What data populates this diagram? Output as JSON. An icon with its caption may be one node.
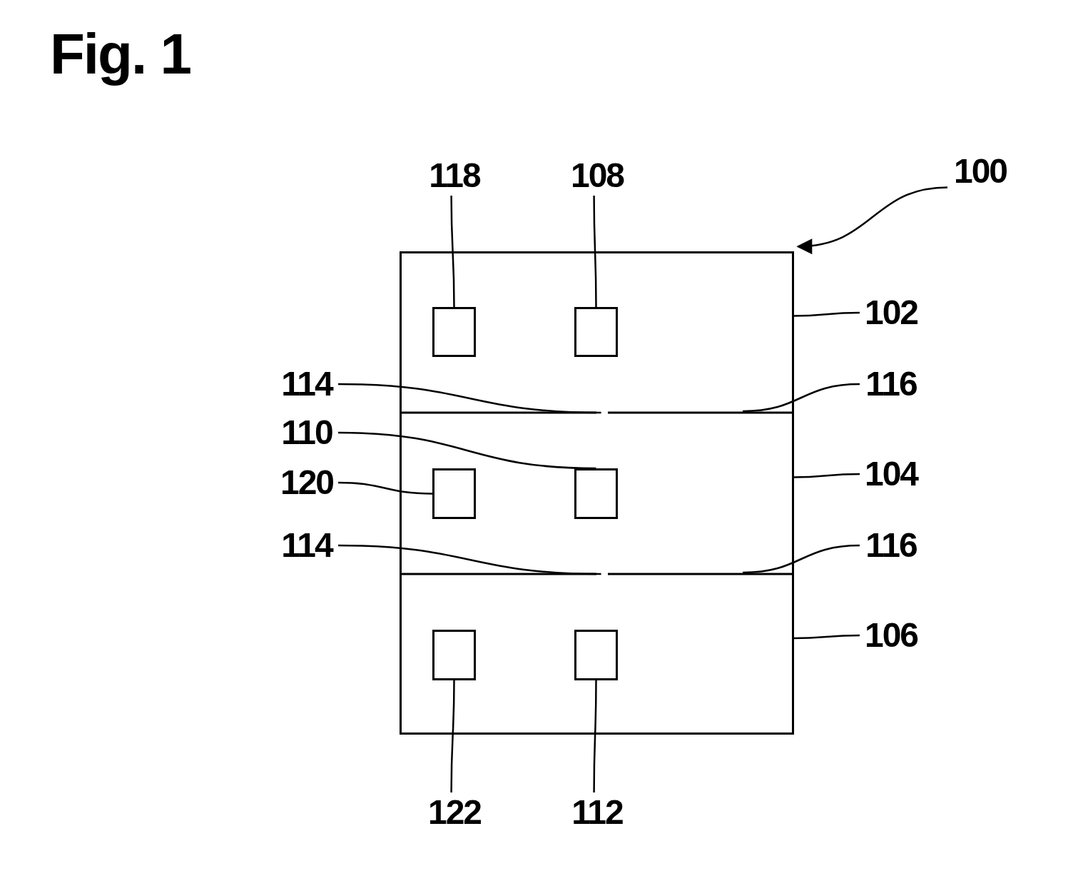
{
  "diagram": {
    "title": "Fig. 1",
    "nodes": [
      {
        "text": [
          "100"
        ]
      },
      {
        "text": [],
        "shape": "box"
      },
      {
        "text": [],
        "shape": "box",
        "in": 1
      },
      {
        "text": [],
        "shape": "box",
        "in": 2
      },
      {
        "text": [],
        "shape": "box",
        "in": 2
      },
      {
        "text": [],
        "shape": "line",
        "in": 1
      },
      {
        "text": [],
        "shape": "box",
        "in": 1
      },
      {
        "text": [],
        "shape": "box",
        "in": 6
      },
      {
        "text": [],
        "shape": "box",
        "in": 6
      },
      {
        "text": [],
        "shape": "line",
        "in": 1
      },
      {
        "text": [],
        "shape": "box",
        "in": 1
      },
      {
        "text": [],
        "shape": "box",
        "in": 10
      },
      {
        "text": [],
        "shape": "box",
        "in": 10
      },
      {
        "text": [
          "118"
        ]
      },
      {
        "text": [
          "108"
        ]
      },
      {
        "text": [
          "102"
        ]
      },
      {
        "text": [
          "114"
        ]
      },
      {
        "text": [
          "116"
        ]
      },
      {
        "text": [
          "110"
        ]
      },
      {
        "text": [
          "120"
        ]
      },
      {
        "text": [
          "104"
        ]
      },
      {
        "text": [
          "114"
        ]
      },
      {
        "text": [
          "116"
        ]
      },
      {
        "text": [
          "106"
        ]
      },
      {
        "text": [
          "122"
        ]
      },
      {
        "text": [
          "112"
        ]
      }
    ],
    "edges": [
      {
        "from": 0,
        "to": 1,
        "arrow": "to"
      },
      {
        "from": 13,
        "to": 3,
        "arrow": "none"
      },
      {
        "from": 14,
        "to": 4,
        "arrow": "none"
      },
      {
        "from": 15,
        "to": 2,
        "arrow": "none"
      },
      {
        "from": 16,
        "to": 5,
        "arrow": "none"
      },
      {
        "from": 17,
        "to": 5,
        "arrow": "none"
      },
      {
        "from": 18,
        "to": 8,
        "arrow": "none"
      },
      {
        "from": 19,
        "to": 7,
        "arrow": "none"
      },
      {
        "from": 20,
        "to": 6,
        "arrow": "none"
      },
      {
        "from": 21,
        "to": 9,
        "arrow": "none"
      },
      {
        "from": 22,
        "to": 9,
        "arrow": "none"
      },
      {
        "from": 23,
        "to": 10,
        "arrow": "none"
      },
      {
        "from": 24,
        "to": 11,
        "arrow": "none"
      },
      {
        "from": 25,
        "to": 12,
        "arrow": "none"
      }
    ]
  }
}
